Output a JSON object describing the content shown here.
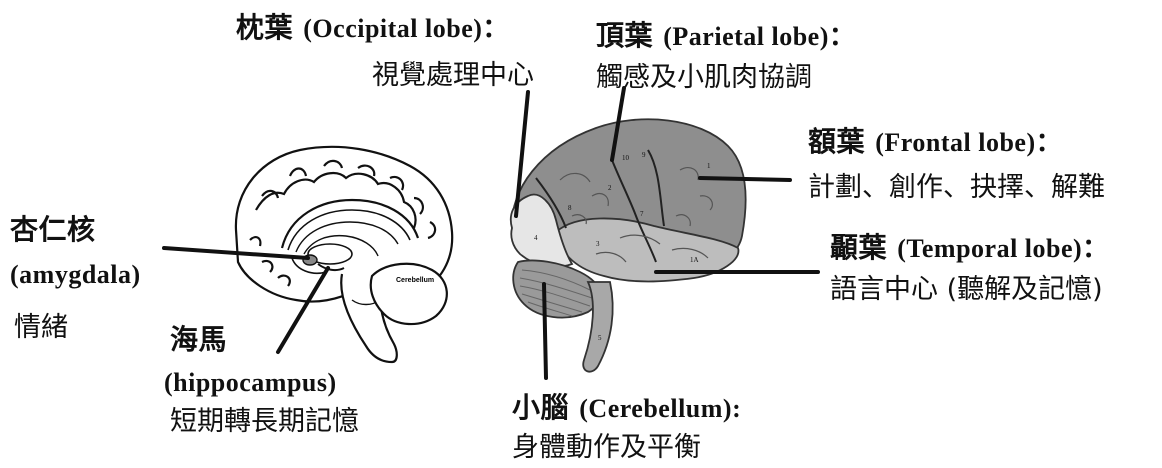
{
  "occipital": {
    "title_zh": "枕葉",
    "title_en": "(Occipital lobe)：",
    "desc": "視覺處理中心"
  },
  "parietal": {
    "title_zh": "頂葉",
    "title_en": "(Parietal lobe)：",
    "desc": "觸感及小肌肉協調"
  },
  "frontal": {
    "title_zh": "額葉",
    "title_en": "(Frontal lobe)：",
    "desc": "計劃、創作、抉擇、解難"
  },
  "temporal": {
    "title_zh": "顳葉",
    "title_en": "(Temporal lobe)：",
    "desc": "語言中心 (聽解及記憶)"
  },
  "amygdala": {
    "title_zh": "杏仁核",
    "title_en": "(amygdala)",
    "desc": "情緒"
  },
  "hippocampus": {
    "title_zh": "海馬",
    "title_en": "(hippocampus)",
    "desc": "短期轉長期記憶"
  },
  "cerebellum": {
    "title_zh": "小腦",
    "title_en": "(Cerebellum):",
    "desc": "身體動作及平衡"
  },
  "sagittal_cerebellum_text": "Cerebellum",
  "region_numbers": [
    "10",
    "9",
    "1",
    "2",
    "7",
    "8",
    "4",
    "3",
    "1A",
    "5"
  ],
  "colors": {
    "dark_lobe": "#8e8e8e",
    "light_lobe": "#e6e6e6",
    "mid_lobe": "#bdbdbd",
    "line": "#111111"
  }
}
